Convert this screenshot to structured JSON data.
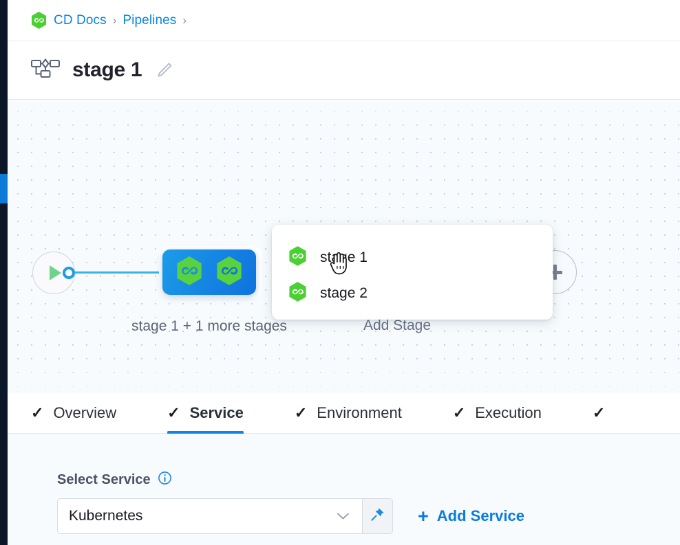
{
  "colors": {
    "rail": "#0b1628",
    "rail_active": "#0c7bd6",
    "accent_blue": "#0a85e7",
    "link_blue": "#0a7ce0",
    "node_blue": "#1688e4",
    "hex_green": "#5cd246",
    "canvas_bg": "#f7fbfd",
    "muted_text": "#6a7184"
  },
  "breadcrumb": {
    "icon": "harness-hex-icon",
    "items": [
      {
        "label": "CD Docs"
      },
      {
        "label": "Pipelines"
      }
    ],
    "separator": "›"
  },
  "header": {
    "icon": "pipeline-flow-icon",
    "title": "stage 1",
    "edit_icon": "pencil-icon"
  },
  "canvas": {
    "start_node": {
      "icon": "play-icon"
    },
    "stage_group_node": {
      "icons": [
        "harness-hex-icon",
        "harness-hex-icon"
      ],
      "label": "stage 1 + 1 more stages"
    },
    "add_stage_node": {
      "icon": "plus-icon",
      "label": "Add Stage"
    },
    "cursor": "pointer-hand-cursor"
  },
  "stage_popup": {
    "items": [
      {
        "icon": "harness-hex-icon",
        "label": "stage 1"
      },
      {
        "icon": "harness-hex-icon",
        "label": "stage 2"
      }
    ]
  },
  "tabs": [
    {
      "label": "Overview",
      "check": "✓",
      "active": false
    },
    {
      "label": "Service",
      "check": "✓",
      "active": true
    },
    {
      "label": "Environment",
      "check": "✓",
      "active": false
    },
    {
      "label": "Execution",
      "check": "✓",
      "active": false
    },
    {
      "label": "",
      "check": "✓",
      "active": false
    }
  ],
  "service_form": {
    "label": "Select Service",
    "info_icon": "info-icon",
    "select": {
      "value": "Kubernetes",
      "placeholder": "Select Service",
      "chevron": "chevron-down-icon"
    },
    "pin_button": {
      "icon": "pin-icon"
    },
    "add_service": {
      "plus": "+",
      "label": "Add Service"
    }
  }
}
